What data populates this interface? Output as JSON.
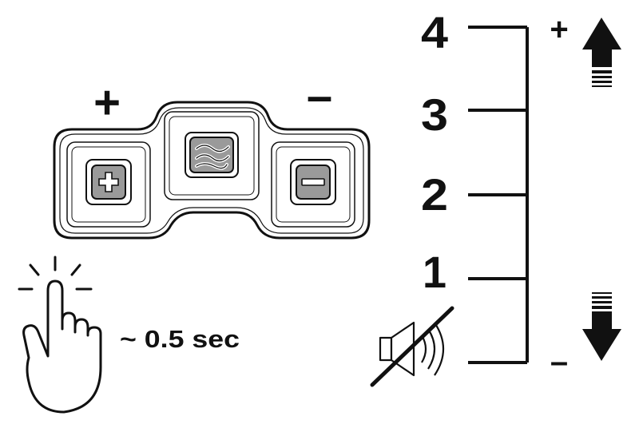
{
  "remote": {
    "plus_label": "+",
    "minus_label": "–",
    "plus_button_icon": "plus-icon",
    "center_button_icon": "waves-icon",
    "minus_button_icon": "minus-icon"
  },
  "gesture": {
    "icon": "tapping-hand-icon",
    "duration_label": "~ 0.5 sec"
  },
  "scale": {
    "levels": [
      "4",
      "3",
      "2",
      "1"
    ],
    "mute_icon": "speaker-muted-icon",
    "up_label": "+",
    "down_label": "–",
    "up_icon": "arrow-up-icon",
    "down_icon": "arrow-down-icon"
  },
  "colors": {
    "ink": "#111111",
    "button_fill": "#9a9a9a",
    "panel": "#ffffff"
  }
}
